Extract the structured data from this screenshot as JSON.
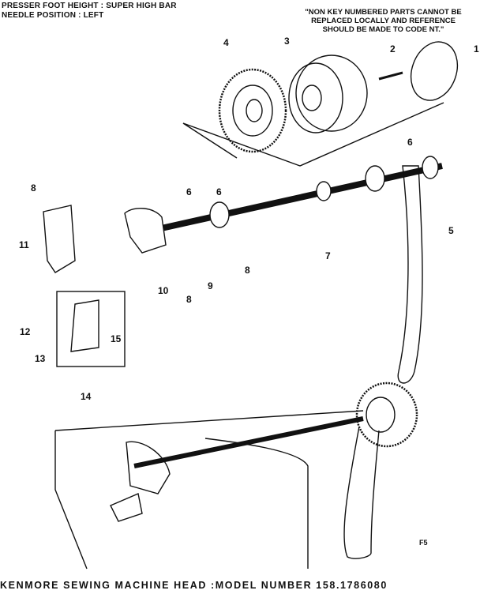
{
  "header": {
    "line1": "PRESSER FOOT HEIGHT : SUPER HIGH BAR",
    "line2": "NEEDLE POSITION : LEFT"
  },
  "note": "\"NON KEY NUMBERED PARTS CANNOT BE REPLACED LOCALLY AND REFERENCE SHOULD BE MADE TO CODE NT.\"",
  "callouts": [
    "1",
    "2",
    "3",
    "4",
    "5",
    "6",
    "6",
    "6",
    "7",
    "8",
    "8",
    "8",
    "9",
    "10",
    "11",
    "12",
    "13",
    "14",
    "15"
  ],
  "footer": "KENMORE SEWING MACHINE HEAD :MODEL NUMBER 158.1786080",
  "figure_label": "F5"
}
